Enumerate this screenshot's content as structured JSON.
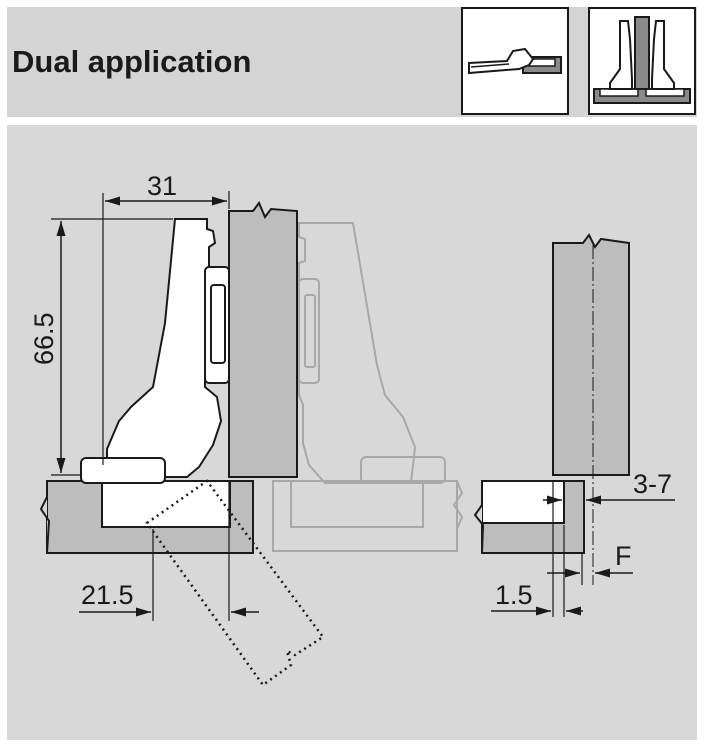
{
  "header": {
    "title": "Dual application"
  },
  "thumbnails": [
    {
      "icon": "side-view-hinge-icon"
    },
    {
      "icon": "dual-application-front-icon"
    }
  ],
  "dimensions": {
    "width_31": "31",
    "height_66_5": "66.5",
    "offset_21_5": "21.5",
    "gap_3_7": "3-7",
    "label_f": "F",
    "offset_1_5": "1.5"
  },
  "colors": {
    "panel_bg": "#d8d8d8",
    "header_bg": "#d4d4d4",
    "door_gray": "#bdbdbd",
    "ghost_line": "#a8a8a8"
  }
}
